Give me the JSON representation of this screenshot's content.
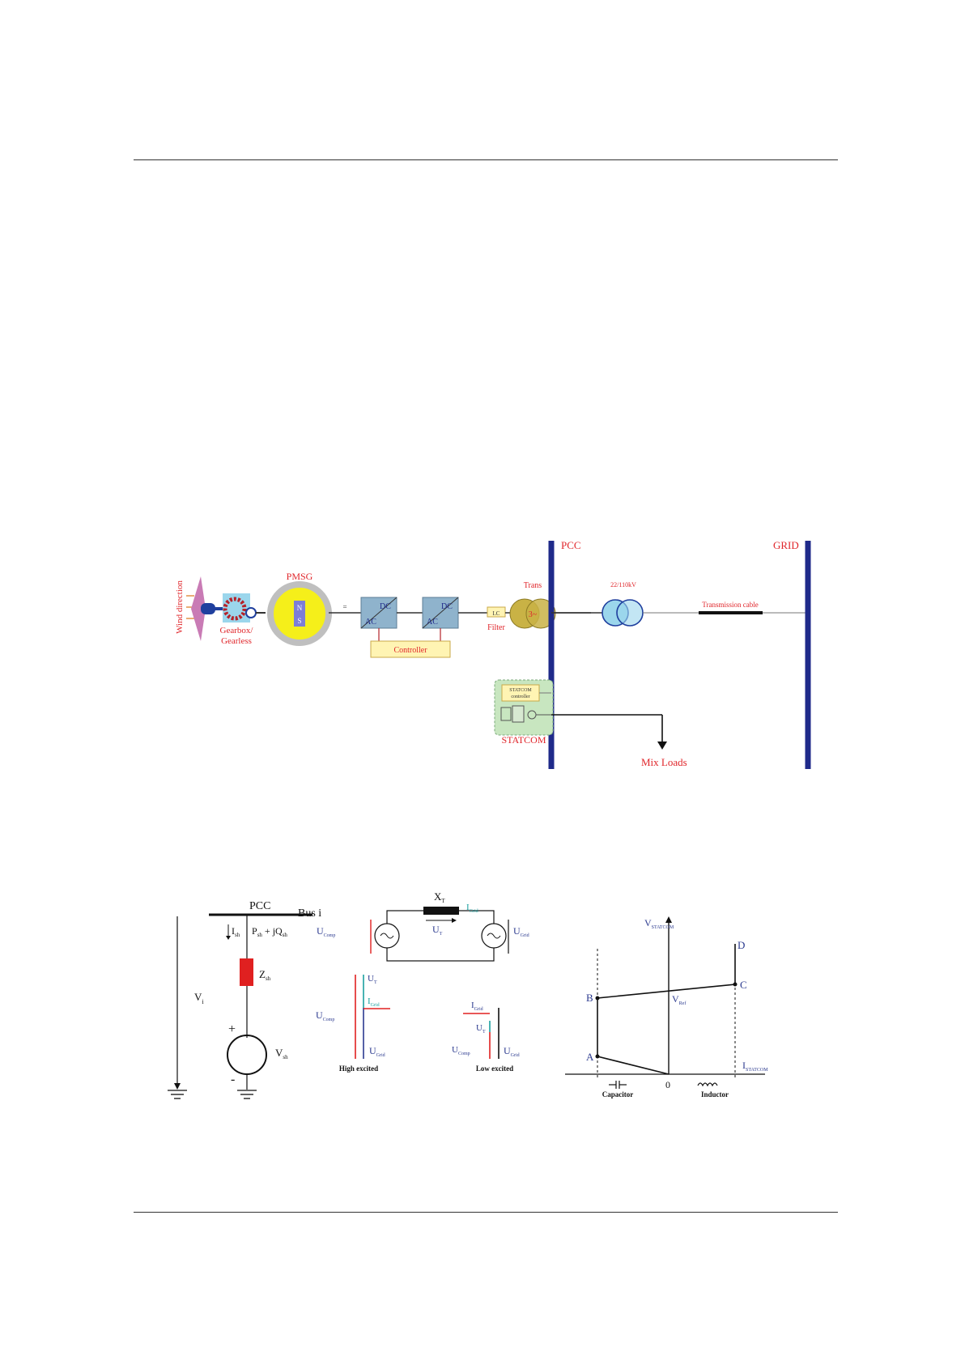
{
  "colors": {
    "red_label": "#e0252a",
    "bus_blue": "#1f2a8a",
    "navy_label": "#2b3a8f",
    "teal_label": "#1aa0a0",
    "gear_red": "#b5232a",
    "gear_bg": "#9bd6ec",
    "pmsg_yellow": "#f5ef1a",
    "pmsg_ring": "#bfbfbf",
    "converter": "#8fb3cc",
    "controller": "#fff4b3",
    "trafo_gold": "#c9b245",
    "statcom_bg": "#c8e6c0",
    "blade": "#c97bb5",
    "z_red": "#e02020"
  },
  "fig1": {
    "wind_direction": "Wind direction",
    "gearbox": "Gearbox/",
    "gearless": "Gearless",
    "pmsg": "PMSG",
    "pole_n": "N",
    "pole_s": "S",
    "dc1": "DC",
    "ac1": "AC",
    "dc2": "DC",
    "ac2": "AC",
    "controller": "Controller",
    "filter_box": "LC",
    "filter": "Filter",
    "trans": "Trans",
    "trafo_symbol": "3~",
    "pcc": "PCC",
    "grid": "GRID",
    "trafo_rating": "22/110kV",
    "transmission": "Transmission cable",
    "statcom_ctrl_line1": "STATCOM",
    "statcom_ctrl_line2": "controller",
    "statcom": "STATCOM",
    "mix_loads": "Mix Loads"
  },
  "fig2": {
    "pcc": "PCC",
    "bus": "Bus i",
    "i_label": "I",
    "i_sub": "sh",
    "p_label": "P",
    "p_sub": "sh",
    "plus_jq": " + jQ",
    "q_sub": "sh",
    "z_label": "Z",
    "z_sub": "sh",
    "v_label": "V",
    "v_sub": "i",
    "vsh_label": "V",
    "vsh_sub": "sh",
    "plus": "+",
    "minus": "-",
    "xt": "X",
    "xt_sub": "T",
    "igrid": "I",
    "igrid_sub": "Grid",
    "ut": "U",
    "ut_sub": "T",
    "ucomp": "U",
    "ucomp_sub": "Comp",
    "ugrid": "U",
    "ugrid_sub": "Grid",
    "high_excited": "High excited",
    "low_excited": "Low excited",
    "vstatcom": "V",
    "vstatcom_sub": "STATCOM",
    "istatcom": "I",
    "istatcom_sub": "STATCOM",
    "vref": "V",
    "vref_sub": "Ref",
    "pt_a": "A",
    "pt_b": "B",
    "pt_c": "C",
    "pt_d": "D",
    "origin": "0",
    "capacitor": "Capacitor",
    "inductor": "Inductor"
  }
}
